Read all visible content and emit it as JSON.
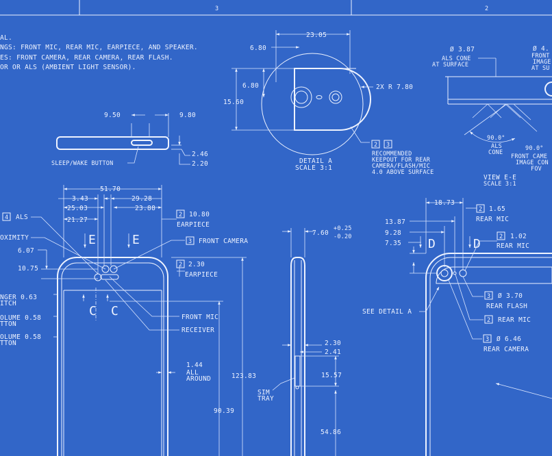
{
  "border": {
    "zone_left": "3",
    "zone_right": "2"
  },
  "notes": [
    "AL.",
    "NGS: FRONT MIC, REAR MIC, EARPIECE, AND SPEAKER.",
    "ES: FRONT CAMERA, REAR CAMERA, REAR FLASH.",
    "OR OR ALS (AMBIENT LIGHT SENSOR)."
  ],
  "detail_a": {
    "dim_width": "23.05",
    "dim_left": "6.80",
    "dim_h1": "6.80",
    "dim_h2": "15.60",
    "radius": "2X R 7.80",
    "callout_badges": [
      "2",
      "3"
    ],
    "recommended": [
      "RECOMMENDED",
      "KEEPOUT FOR REAR",
      "CAMERA/FLASH/MIC",
      "4.0 ABOVE SURFACE"
    ],
    "title": "DETAIL A",
    "scale": "SCALE 3:1"
  },
  "view_ee": {
    "als_diam": "Ø 3.87",
    "als_cone_surface": [
      "ALS CONE",
      "AT SURFACE"
    ],
    "cam_diam": "Ø 4.",
    "cam_label": [
      "FRONT",
      "IMAGE",
      "AT SU"
    ],
    "angle1": "90.0°",
    "als_cone": [
      "ALS",
      "CONE"
    ],
    "angle2": "90.0°",
    "cam_fov": [
      "FRONT CAME",
      "IMAGE CON",
      "FOV"
    ],
    "title": "VIEW E-E",
    "scale": "SCALE 3:1"
  },
  "side_view": {
    "dim_a": "9.50",
    "dim_b": "9.80",
    "dim_c": "2.46",
    "dim_d": "2.20",
    "label": "SLEEP/WAKE BUTTON"
  },
  "front_view": {
    "dim_width": "51.70",
    "dim_343": "3.43",
    "dim_2928": "29.28",
    "dim_2503": "25.03",
    "dim_2388": "23.88",
    "dim_2127": "21.27",
    "als_badge": "4",
    "als": "ALS",
    "earpiece_badge": "2",
    "earpiece_dim": "10.80",
    "earpiece_label": "EARPIECE",
    "front_camera_badge": "3",
    "front_camera": "FRONT CAMERA",
    "earpiece2_badge": "2",
    "earpiece2_dim": "2.30",
    "earpiece2_label": "EARPIECE",
    "proximity": "OXIMITY",
    "dim_607": "6.07",
    "dim_1075": "10.75",
    "section_e": "E",
    "section_c": "C",
    "ringer": [
      "NGER 0.63",
      "ITCH"
    ],
    "volume1": [
      "OLUME 0.58",
      "TTON"
    ],
    "volume2": [
      "OLUME 0.58",
      "TTON"
    ],
    "front_mic": "FRONT MIC",
    "receiver": "RECEIVER",
    "around_dim": "1.44",
    "around_label": [
      "ALL",
      "AROUND"
    ],
    "dim_12383": "123.83",
    "dim_9039": "90.39"
  },
  "edge_view": {
    "dim_760": "7.60",
    "tol_plus": "+0.25",
    "tol_minus": "-0.20",
    "dim_230": "2.30",
    "dim_241": "2.41",
    "dim_1557": "15.57",
    "sim_tray": [
      "SIM",
      "TRAY"
    ],
    "dim_5486": "54.86"
  },
  "rear_view": {
    "dim_1873": "18.73",
    "dim_1387": "13.87",
    "dim_928": "9.28",
    "dim_735": "7.35",
    "rear_mic_badge": "2",
    "rear_mic_dim": "1.65",
    "rear_mic": "REAR MIC",
    "rear_mic2_badge": "2",
    "rear_mic2_dim": "1.02",
    "rear_mic2": "REAR MIC",
    "section_d": "D",
    "flash_badge": "3",
    "flash_dim": "Ø 3.70",
    "flash": "REAR FLASH",
    "mic3_badge": "2",
    "mic3": "REAR MIC",
    "cam_badge": "3",
    "cam_dim": "Ø 6.46",
    "cam": "REAR CAMERA",
    "see_detail": "SEE DETAIL A"
  },
  "colors": {
    "background": "#3266c8",
    "ink": "#eef3ff"
  }
}
